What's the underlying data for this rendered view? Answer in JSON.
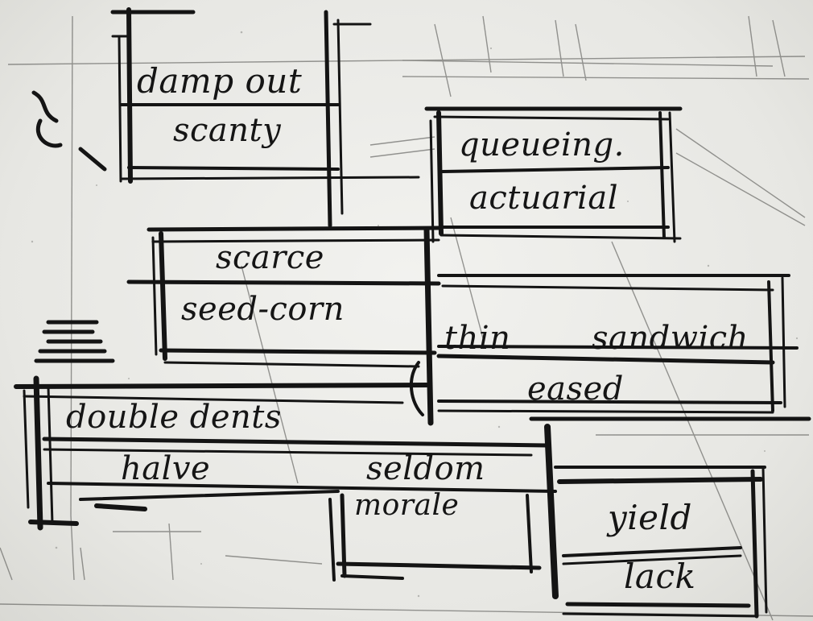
{
  "sketch": {
    "words": {
      "damp_out": "damp out",
      "scanty": "scanty",
      "queueing": "queueing.",
      "actuarial": "actuarial",
      "scarce": "scarce",
      "seed_corn": "seed-corn",
      "thin": "thin",
      "sandwich": "sandwich",
      "eased": "eased",
      "double_dents": "double dents",
      "halve": "halve",
      "seldom": "seldom",
      "morale": "morale",
      "yield": "yield",
      "lack": "lack"
    },
    "ink_color": "#151515",
    "paper_color": "#ececea"
  }
}
